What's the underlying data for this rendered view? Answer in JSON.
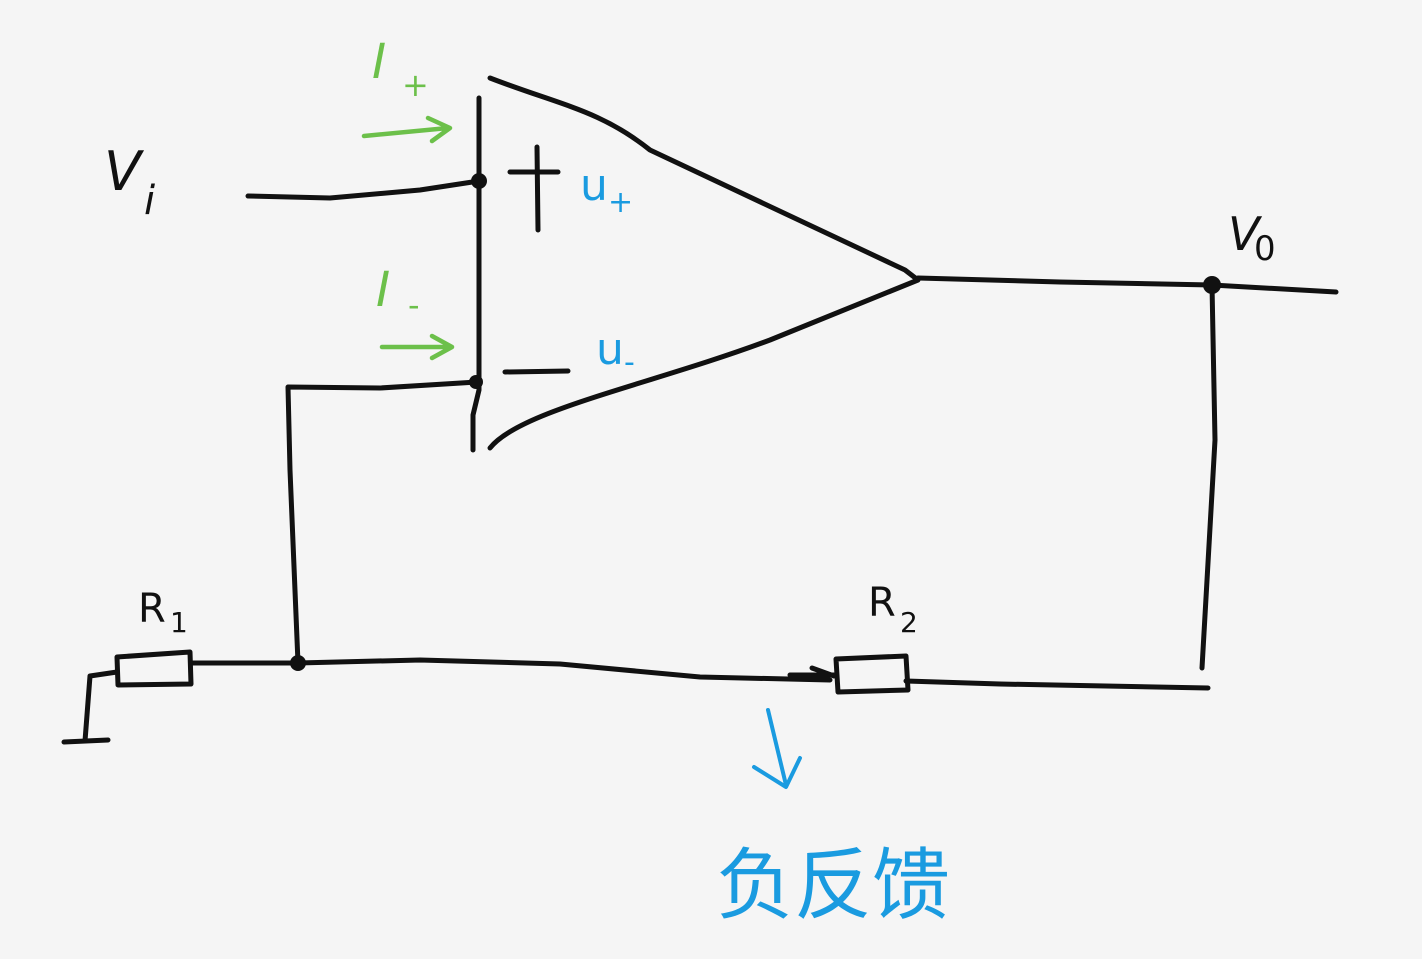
{
  "colors": {
    "ink": "#111111",
    "green": "#6cc04a",
    "blue": "#1a9be0",
    "paper": "#f5f5f5"
  },
  "labels": {
    "vi_main": "V",
    "vi_sub": "i",
    "vo_main": "V",
    "vo_sub": "0",
    "i_plus_main": "I",
    "i_plus_sub": "+",
    "i_minus_main": "I",
    "i_minus_sub": "-",
    "u_plus_main": "u",
    "u_plus_sub": "+",
    "u_minus_main": "u",
    "u_minus_sub": "-",
    "plus_sign": "+",
    "minus_sign": "—",
    "r1_main": "R",
    "r1_sub": "1",
    "r2_main": "R",
    "r2_sub": "2",
    "feedback_note": "负反馈"
  }
}
